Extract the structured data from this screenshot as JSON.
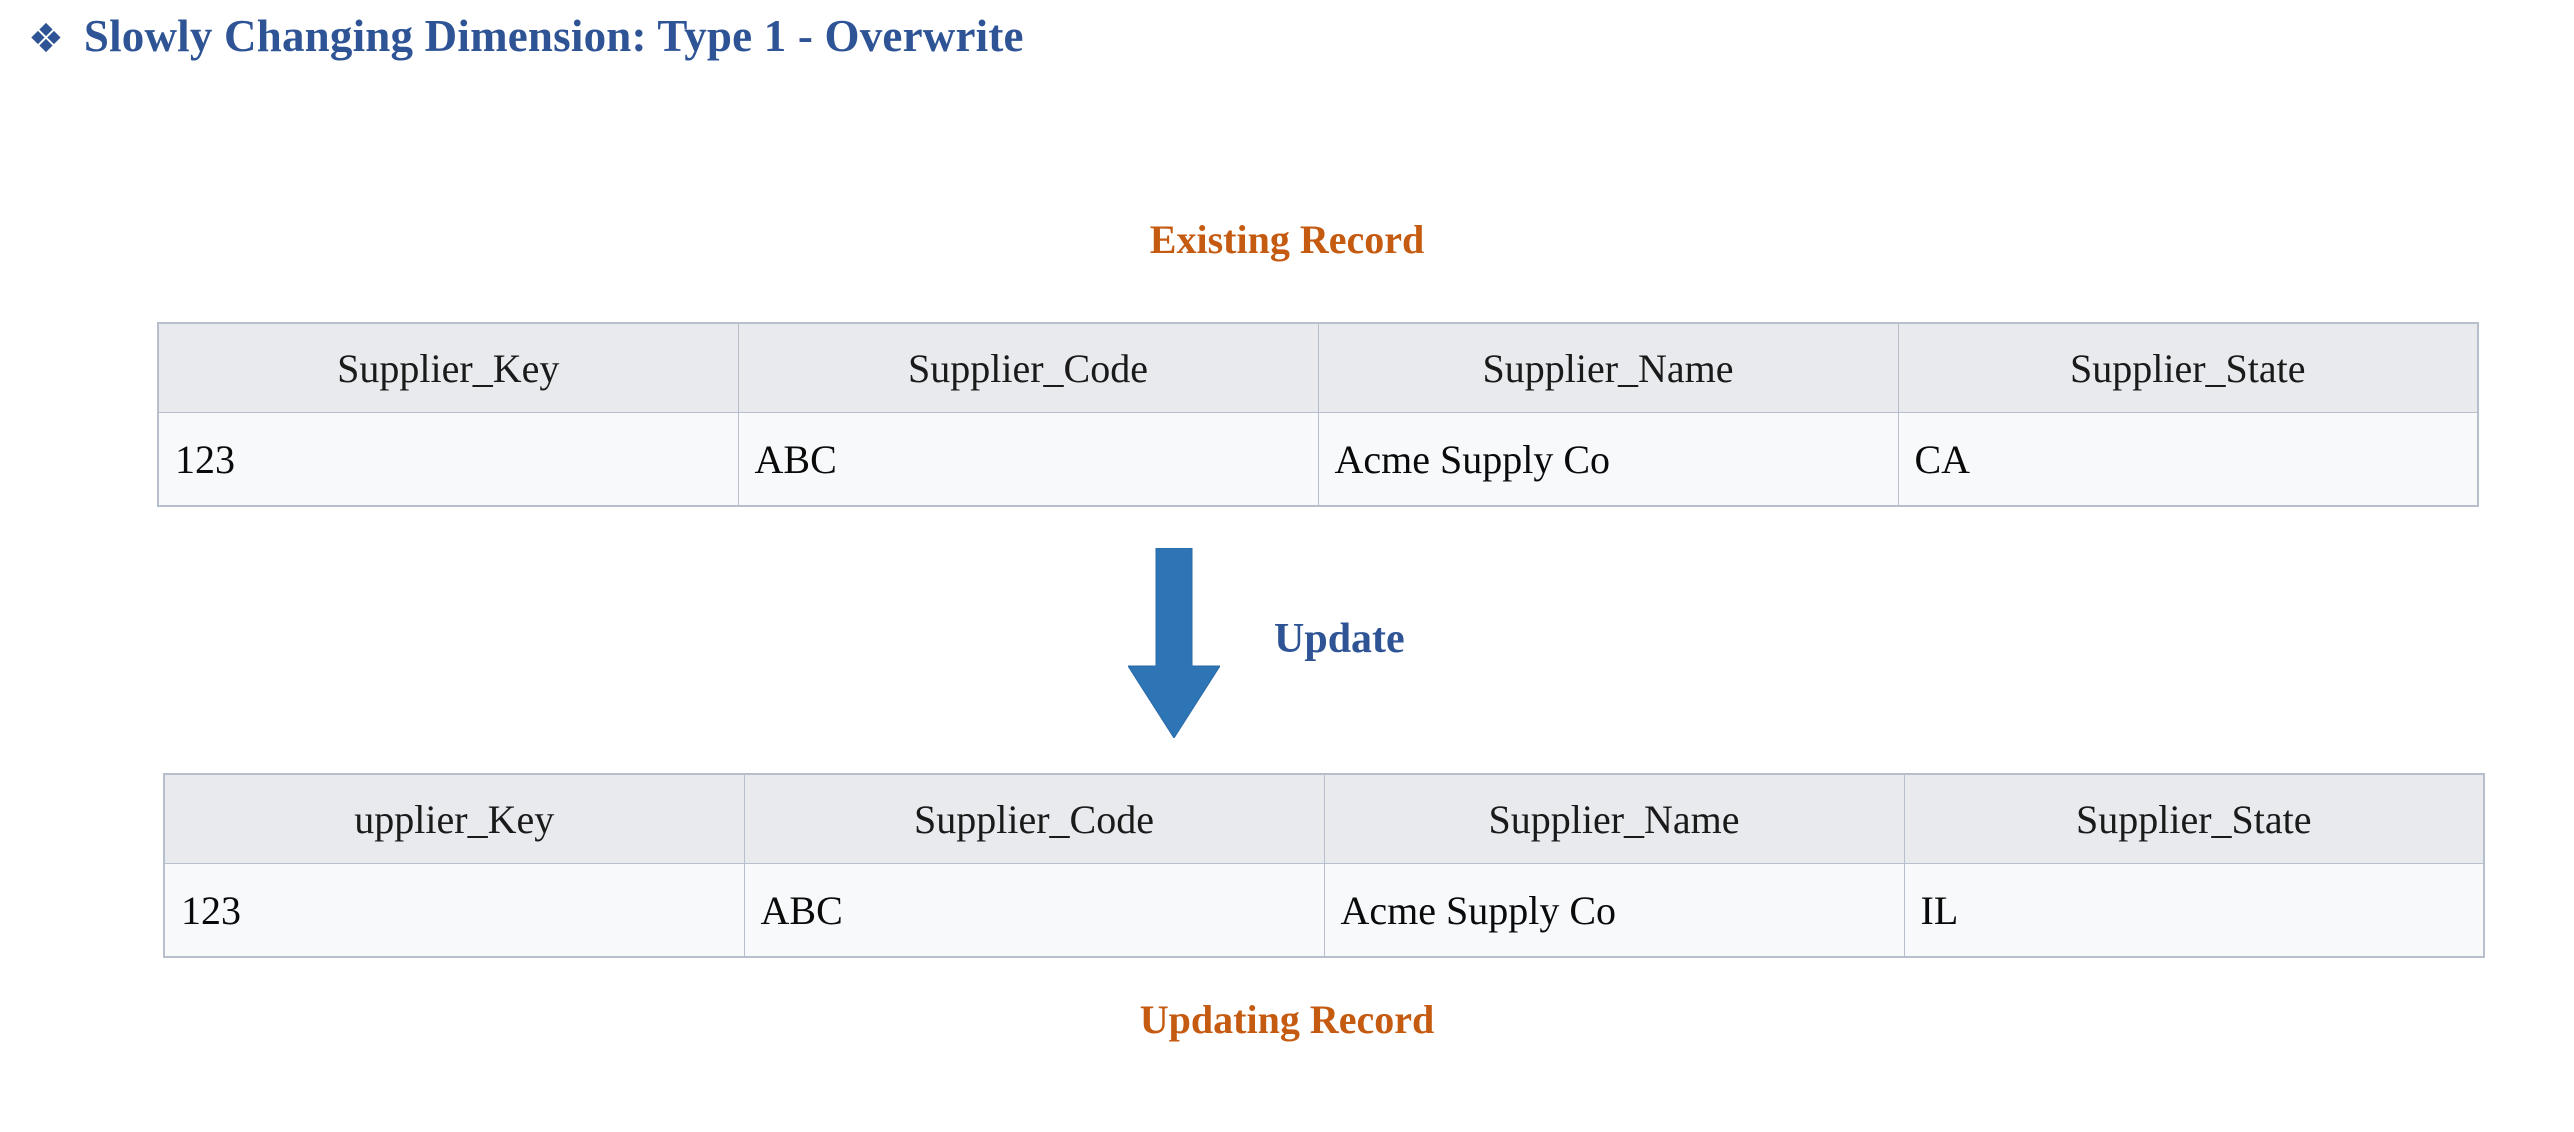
{
  "slide": {
    "title": "Slowly Changing Dimension: Type 1 - Overwrite",
    "bullet_glyph": "❖",
    "title_color": "#2e5496",
    "caption_color": "#c55a11",
    "arrow_color": "#2e75b6",
    "background_color": "#ffffff"
  },
  "existing_section": {
    "caption": "Existing Record",
    "table": {
      "columns": [
        "Supplier_Key",
        "Supplier_Code",
        "Supplier_Name",
        "Supplier_State"
      ],
      "rows": [
        [
          "123",
          "ABC",
          "Acme Supply Co",
          "CA"
        ]
      ]
    }
  },
  "transition": {
    "label": "Update",
    "arrow_direction": "down"
  },
  "updating_section": {
    "caption": "Updating Record",
    "table": {
      "columns": [
        "upplier_Key",
        "Supplier_Code",
        "Supplier_Name",
        "Supplier_State"
      ],
      "rows": [
        [
          "123",
          "ABC",
          "Acme Supply Co",
          "IL"
        ]
      ]
    }
  }
}
